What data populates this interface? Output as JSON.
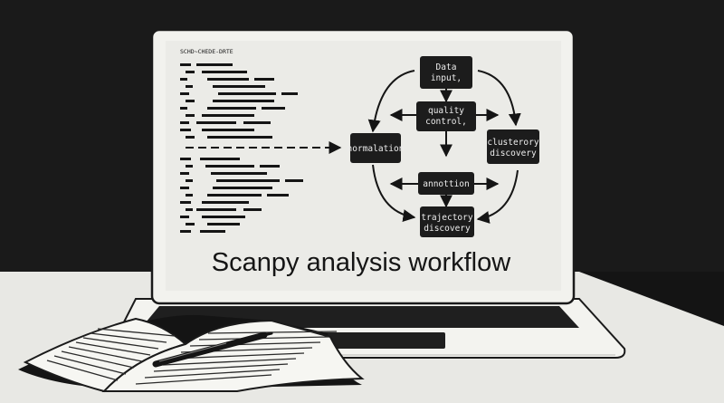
{
  "screen": {
    "code_header": "SCHD~CHEDE-DRTE",
    "title": "Scanpy analysis workflow"
  },
  "workflow": {
    "data_input": [
      "Data",
      "input,"
    ],
    "quality_control": [
      "quality",
      "control,"
    ],
    "normalization": "normalation",
    "clustering": [
      "clusterory",
      "discovery"
    ],
    "annotation": "annottion",
    "trajectory": [
      "trajectory",
      "discovery"
    ]
  },
  "colors": {
    "background": "#1a1a1a",
    "floor": "#e8e8e4",
    "screen": "#ebebe7",
    "node_fill": "#1c1c1c",
    "ink": "#151515"
  }
}
